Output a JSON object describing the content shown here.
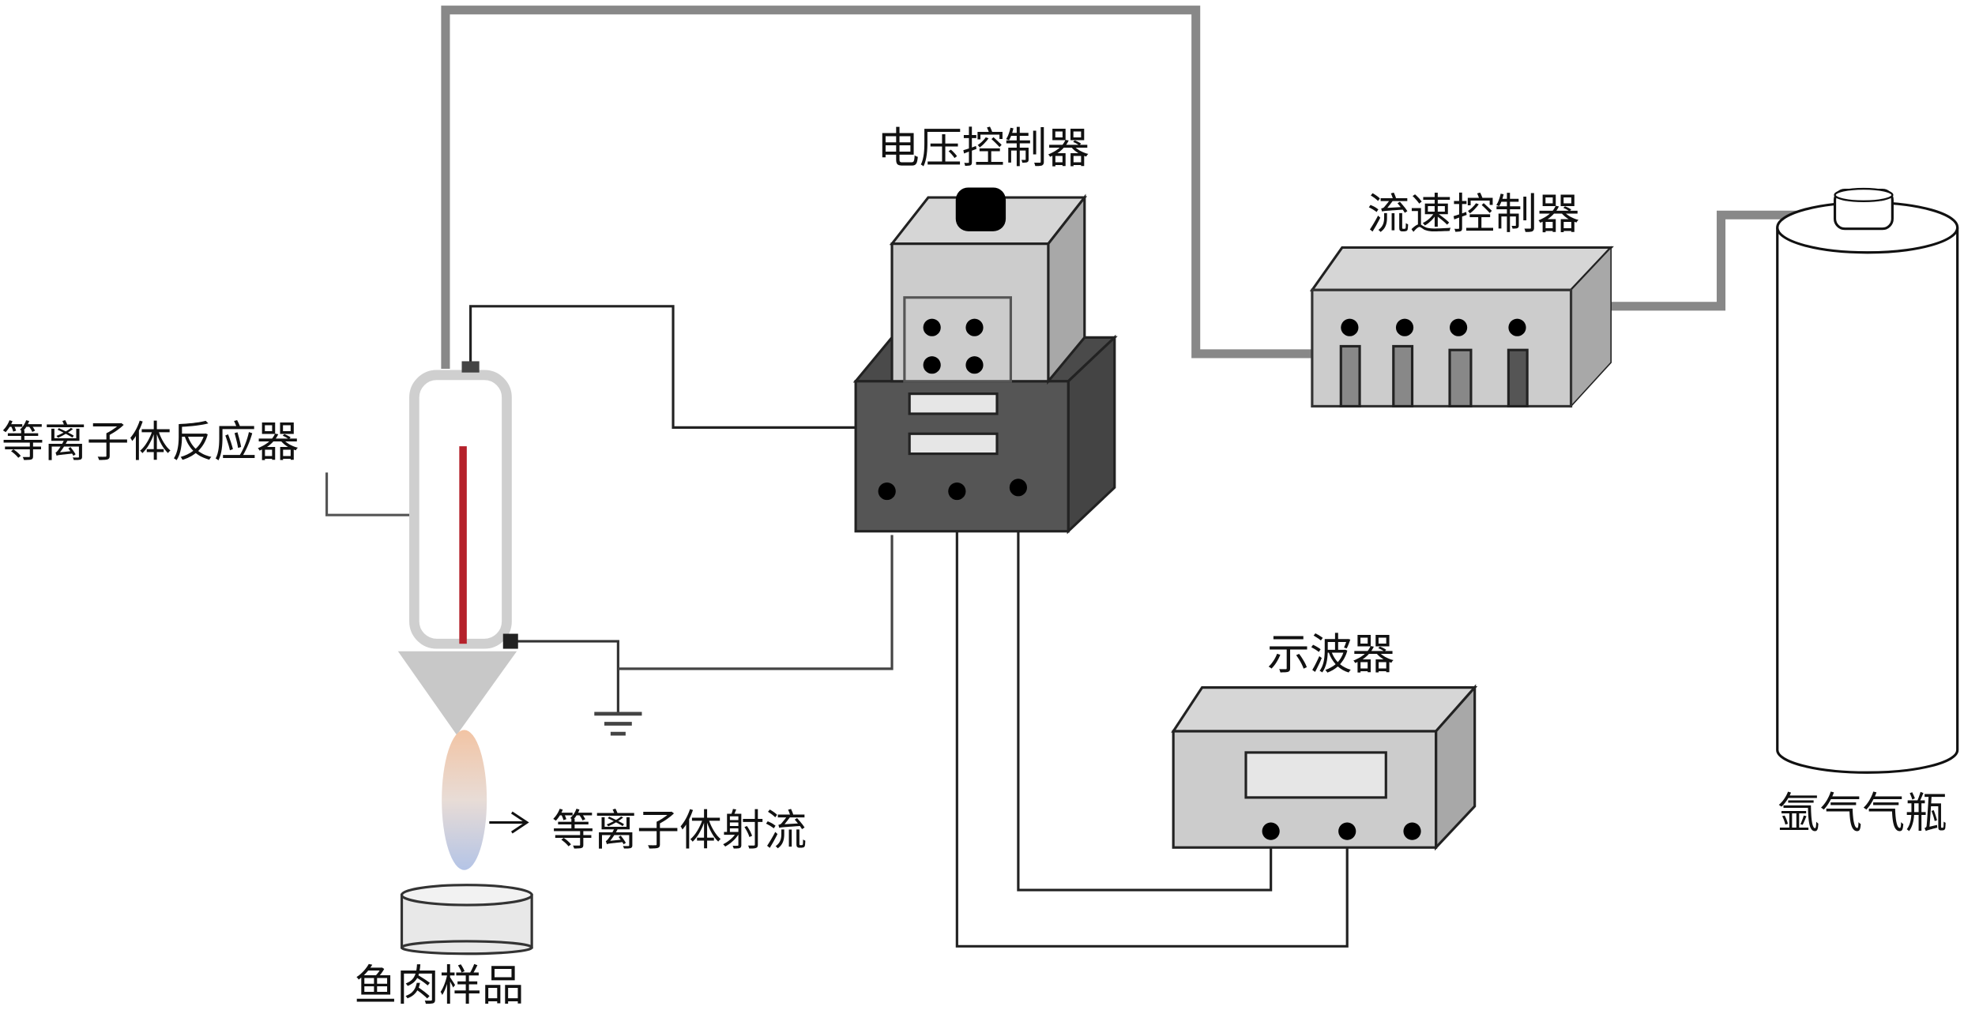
{
  "labels": {
    "reactor": "等离子体反应器",
    "plasma_jet": "等离子体射流",
    "sample": "鱼肉样品",
    "voltage_controller": "电压控制器",
    "flow_controller": "流速控制器",
    "oscilloscope": "示波器",
    "argon_cylinder": "氩气气瓶"
  },
  "colors": {
    "gas_line": "#888888",
    "electrode": "#b5212b",
    "voltage_base": "#555555",
    "device_gray": "#cccccc"
  }
}
